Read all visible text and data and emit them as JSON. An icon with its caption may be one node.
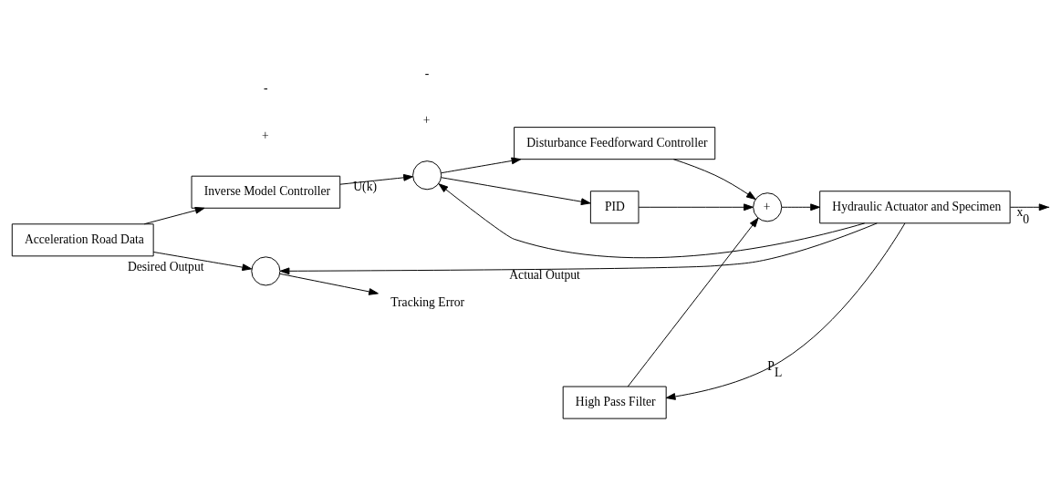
{
  "diagram": {
    "nodes": [
      {
        "text": [
          "Acceleration Road Data"
        ]
      },
      {
        "text": [
          "Inverse Model Controller"
        ]
      },
      {
        "text": [],
        "shape": "circle"
      },
      {
        "text": [
          "Disturbance Feedforward Controller"
        ]
      },
      {
        "text": [
          "PID"
        ]
      },
      {
        "text": [
          "+"
        ]
      },
      {
        "text": [
          "Hydraulic Actuator and Specimen"
        ]
      },
      {
        "text": [
          "High Pass Filter"
        ]
      },
      {
        "text": [],
        "shape": "circle"
      },
      {
        "text": [
          "Tracking Error"
        ]
      }
    ],
    "edges": [
      {
        "from": 0,
        "to": 1,
        "arrow": "to"
      },
      {
        "from": 1,
        "to": 2,
        "arrow": "to",
        "label": "U(k)"
      },
      {
        "from": 2,
        "to": 3,
        "arrow": "to"
      },
      {
        "from": 2,
        "to": 4,
        "arrow": "to"
      },
      {
        "from": 3,
        "to": 5,
        "arrow": "to"
      },
      {
        "from": 4,
        "to": 5,
        "arrow": "to"
      },
      {
        "from": 5,
        "to": 6,
        "arrow": "to"
      },
      {
        "from": 6,
        "to": null,
        "arrow": "to",
        "label": "x$_{0}$"
      },
      {
        "from": 6,
        "to": 2,
        "arrow": "to"
      },
      {
        "from": 6,
        "to": 7,
        "arrow": "to",
        "label": "P$_{L}$"
      },
      {
        "from": 7,
        "to": 5,
        "arrow": "to"
      },
      {
        "from": 0,
        "to": 8,
        "arrow": "to",
        "label": "Desired Output"
      },
      {
        "from": 6,
        "to": 8,
        "arrow": "to",
        "label": "Actual Output"
      },
      {
        "from": 8,
        "to": 9,
        "arrow": "to"
      }
    ],
    "labels": [
      "+",
      "-",
      "+",
      "-"
    ]
  }
}
